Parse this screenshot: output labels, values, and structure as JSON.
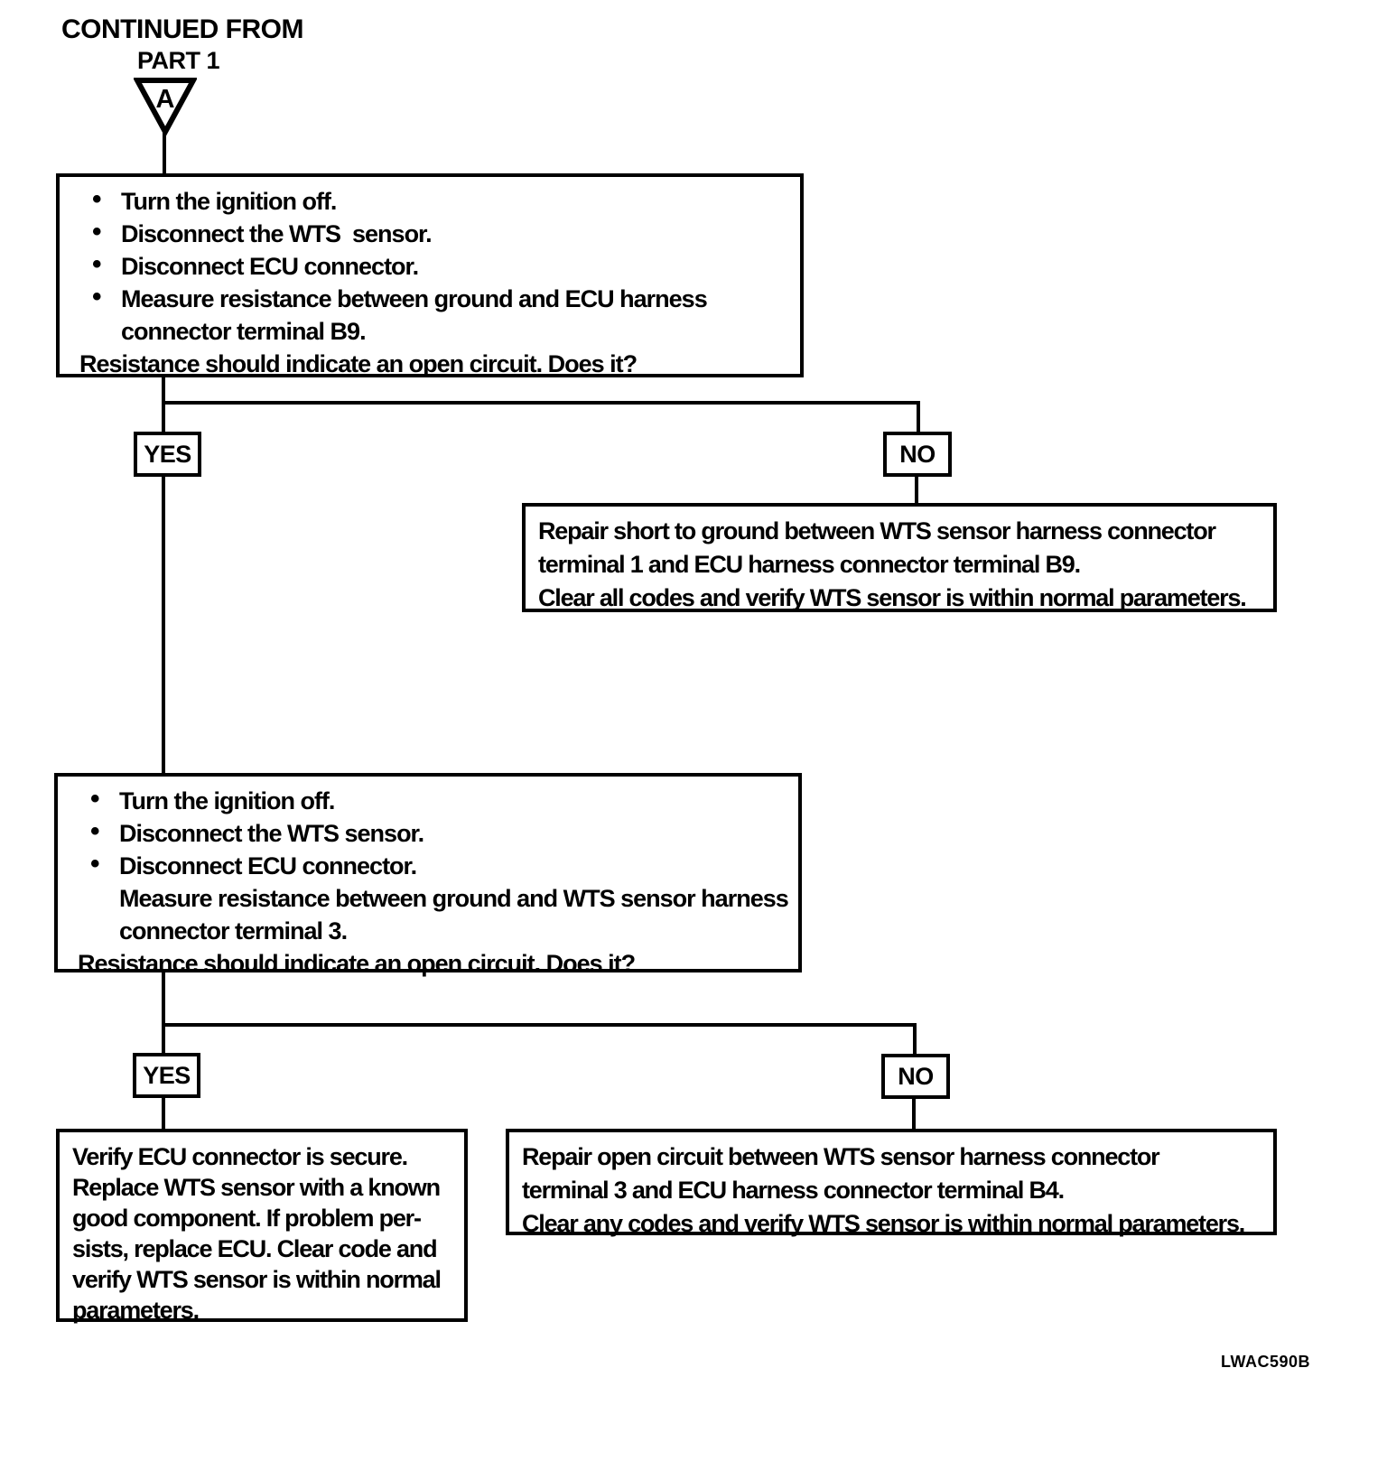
{
  "page": {
    "header": {
      "line1": "CONTINUED FROM",
      "line2": "PART 1"
    },
    "connector": {
      "label": "A"
    },
    "footer": {
      "code": "LWAC590B"
    },
    "colors": {
      "ink": "#000000",
      "paper": "#ffffff"
    }
  },
  "flowchart": {
    "step1": {
      "rows": [
        {
          "style": "bullet",
          "text": "Turn the ignition off."
        },
        {
          "style": "bullet",
          "text": "Disconnect the WTS  sensor."
        },
        {
          "style": "bullet",
          "text": "Disconnect ECU connector."
        },
        {
          "style": "bullet",
          "text": "Measure resistance between ground and ECU harness"
        },
        {
          "style": "cont",
          "text": "connector terminal B9."
        },
        {
          "style": "flush",
          "text": "Resistance should indicate an open circuit. Does it?"
        }
      ]
    },
    "decision1": {
      "yes": "YES",
      "no": "NO"
    },
    "result_no1": {
      "rows": [
        {
          "style": "plain",
          "text": "Repair short to ground between WTS sensor harness connector"
        },
        {
          "style": "plain",
          "text": "terminal 1 and ECU harness connector terminal B9."
        },
        {
          "style": "plain",
          "text": "Clear all codes and verify WTS sensor is within normal parameters."
        }
      ]
    },
    "step2": {
      "rows": [
        {
          "style": "bullet",
          "text": "Turn the ignition off."
        },
        {
          "style": "bullet",
          "text": "Disconnect the WTS sensor."
        },
        {
          "style": "bullet",
          "text": "Disconnect ECU connector."
        },
        {
          "style": "cont",
          "text": "Measure resistance between ground and WTS sensor harness"
        },
        {
          "style": "cont",
          "text": "connector terminal 3."
        },
        {
          "style": "flush",
          "text": "Resistance should indicate an open circuit. Does it?"
        }
      ]
    },
    "decision2": {
      "yes": "YES",
      "no": "NO"
    },
    "result_yes2": {
      "rows": [
        {
          "style": "plain",
          "text": "Verify ECU connector is secure."
        },
        {
          "style": "plain",
          "text": "Replace WTS sensor with a known"
        },
        {
          "style": "plain",
          "text": "good component. If problem per-"
        },
        {
          "style": "plain",
          "text": "sists, replace ECU. Clear code and"
        },
        {
          "style": "plain",
          "text": "verify WTS sensor is within normal"
        },
        {
          "style": "plain",
          "text": "parameters."
        }
      ]
    },
    "result_no2": {
      "rows": [
        {
          "style": "plain",
          "text": "Repair open circuit between WTS sensor harness connector"
        },
        {
          "style": "plain",
          "text": "terminal 3 and ECU harness connector terminal B4."
        },
        {
          "style": "plain",
          "text": "Clear any codes and verify WTS sensor is within normal parameters."
        }
      ]
    }
  }
}
